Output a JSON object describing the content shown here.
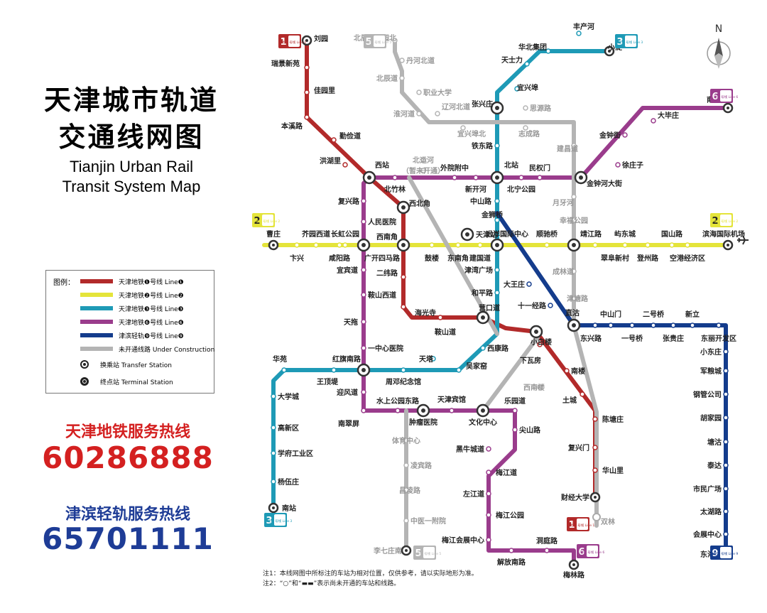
{
  "title": {
    "cn_line1": "天津城市轨道",
    "cn_line2": "交通线网图",
    "en_line1": "Tianjin Urban Rail",
    "en_line2": "Transit System Map"
  },
  "legend": {
    "header": "图例：",
    "items": [
      {
        "label": "天津地铁❶号线 Line❶",
        "color": "#b22a2a"
      },
      {
        "label": "天津地铁❷号线 Line❷",
        "color": "#e4e43a"
      },
      {
        "label": "天津地铁❸号线 Line❸",
        "color": "#1e9ab6"
      },
      {
        "label": "天津地铁❻号线 Line❻",
        "color": "#9a3c8c"
      },
      {
        "label": "津滨轻轨❾号线 Line❾",
        "color": "#143c8c"
      },
      {
        "label": "未开通线路 Under Construction",
        "color": "#b4b4b4"
      }
    ],
    "transfer": "换乘站 Transfer Station",
    "terminal": "终点站 Terminal Station"
  },
  "hotlines": {
    "metro_label": "天津地铁服务热线",
    "metro_number": "60286888",
    "lrt_label": "津滨轻轨服务热线",
    "lrt_number": "65701111"
  },
  "notes": [
    "注1：本线网图中所标注的车站为相对位置，仅供参考，请以实际地形为准。",
    "注2：“○”和“▬▬”表示尚未开通的车站和线路。"
  ],
  "compass": "N",
  "colors": {
    "l1": "#b22a2a",
    "l2": "#e4e43a",
    "l3": "#1e9ab6",
    "l6": "#9a3c8c",
    "l9": "#143c8c",
    "uc": "#b4b4b4"
  },
  "badges": [
    {
      "line": "l1",
      "num": "1",
      "text": "地铁 号线 Line 1"
    },
    {
      "line": "l5",
      "num": "5",
      "text": "地铁 号线 Line 5"
    },
    {
      "line": "l3",
      "num": "3",
      "text": "地铁 号线 Line 3"
    },
    {
      "line": "l6",
      "num": "6",
      "text": "地铁 号线 Line 6"
    },
    {
      "line": "l2",
      "num": "2",
      "text": "地铁 号线 Line 2"
    },
    {
      "line": "l2",
      "num": "2",
      "text": "地铁 号线 Line 2"
    },
    {
      "line": "l3",
      "num": "3",
      "text": "地铁 号线 Line 3"
    },
    {
      "line": "l1",
      "num": "1",
      "text": "地铁 号线 Line 1"
    },
    {
      "line": "l5",
      "num": "5",
      "text": "地铁 号线 Line 5"
    },
    {
      "line": "l6",
      "num": "6",
      "text": "地铁 号线 Line 6"
    },
    {
      "line": "l9",
      "num": "9",
      "text": "轻轨 号线 Line 9"
    }
  ],
  "stations": [
    "刘园",
    "瑞景新苑",
    "佳园里",
    "本溪路",
    "勤俭道",
    "洪湖里",
    "西站",
    "西北角",
    "西南角",
    "二纬路",
    "海光寺",
    "鞍山道",
    "营口道",
    "小白楼",
    "下瓦房",
    "南楼",
    "土城",
    "陈塘庄",
    "复兴门",
    "华山里",
    "财经大学",
    "双林",
    "曹庄",
    "卞兴",
    "芥园西道",
    "咸阳路",
    "长虹公园",
    "广开四马路",
    "鼓楼",
    "东南角",
    "建国道",
    "天津站",
    "远洋国际中心",
    "顺驰桥",
    "靖江路",
    "翠阜新村",
    "屿东城",
    "登州路",
    "国山路",
    "空港经济区",
    "滨海国际机场",
    "小淀",
    "丰产河",
    "华北集团",
    "天士力",
    "宜兴埠",
    "张兴庄",
    "铁东路",
    "北站",
    "中山路",
    "金狮桥",
    "津湾广场",
    "和平路",
    "周邓纪念馆",
    "红旗南路",
    "华苑",
    "王顶堤",
    "大学城",
    "高新区",
    "学府工业区",
    "杨伍庄",
    "南站",
    "吴家窑",
    "西康路",
    "天塔",
    "南河庄",
    "大毕庄",
    "金钟街",
    "徐庄子",
    "金钟河大街",
    "民权门",
    "北宁公园",
    "新开河",
    "外院附中",
    "北竹林",
    "复兴路",
    "人民医院",
    "宜宾道",
    "鞍山西道",
    "天拖",
    "一中心医院",
    "迎风道",
    "南翠屏",
    "水上公园东路",
    "肿瘤医院",
    "天津宾馆",
    "文化中心",
    "乐园道",
    "尖山路",
    "黑牛城道",
    "梅江道",
    "左江道",
    "梅江公园",
    "梅江会展中心",
    "解放南路",
    "洞庭路",
    "梅林路",
    "中山门",
    "一号桥",
    "二号桥",
    "张贵庄",
    "新立",
    "东丽开发区",
    "小东庄",
    "军粮城",
    "钢管公司",
    "胡家园",
    "塘沽",
    "泰达",
    "市民广场",
    "太湖路",
    "会展中心",
    "东海路",
    "直沽",
    "东兴路",
    "大王庄",
    "十一经路",
    "北辰科技园北",
    "丹河北道",
    "北辰道",
    "职业大学",
    "淮河道",
    "辽河北道",
    "宜兴埠北",
    "思源路",
    "志成路",
    "建昌道",
    "月牙河",
    "幸福公园",
    "成林道",
    "津塘路",
    "北运河",
    "（暂未开通）",
    "西南楼",
    "体育中心",
    "凌宾路",
    "昌凌路",
    "中医一附院",
    "李七庄南"
  ]
}
